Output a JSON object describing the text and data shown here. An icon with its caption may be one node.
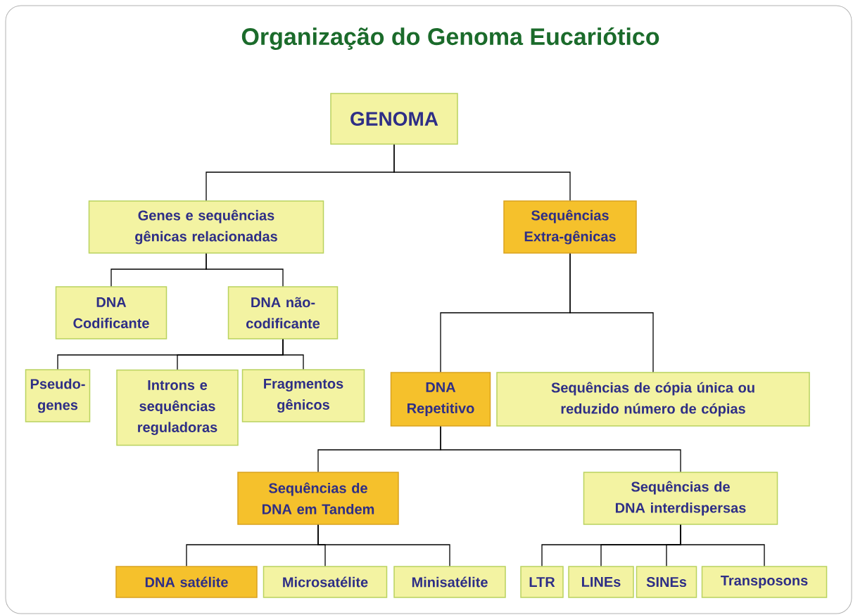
{
  "diagram": {
    "title": "Organização do Genoma Eucariótico",
    "nodes": [
      {
        "text": [
          "GENOMA"
        ]
      },
      {
        "text": [
          "Genes e sequências gênicas relacionadas"
        ]
      },
      {
        "text": [
          "Sequências Extra-gênicas"
        ]
      },
      {
        "text": [
          "DNA Codificante"
        ]
      },
      {
        "text": [
          "DNA não-codificante"
        ]
      },
      {
        "text": [
          "Pseudo-genes"
        ]
      },
      {
        "text": [
          "Introns e sequências reguladoras"
        ]
      },
      {
        "text": [
          "Fragmentos gênicos"
        ]
      },
      {
        "text": [
          "DNA Repetitivo"
        ]
      },
      {
        "text": [
          "Sequências de cópia única ou reduzido número de cópias"
        ]
      },
      {
        "text": [
          "Sequências de DNA em Tandem"
        ]
      },
      {
        "text": [
          "Sequências de DNA interdispersas"
        ]
      },
      {
        "text": [
          "DNA satélite"
        ]
      },
      {
        "text": [
          "Microsatélite"
        ]
      },
      {
        "text": [
          "Minisatélite"
        ]
      },
      {
        "text": [
          "LTR"
        ]
      },
      {
        "text": [
          "LINEs"
        ]
      },
      {
        "text": [
          "SINEs"
        ]
      },
      {
        "text": [
          "Transposons"
        ]
      }
    ],
    "edges": [
      {
        "from": 0,
        "to": 1,
        "arrow": "none"
      },
      {
        "from": 0,
        "to": 2,
        "arrow": "none"
      },
      {
        "from": 1,
        "to": 3,
        "arrow": "none"
      },
      {
        "from": 1,
        "to": 4,
        "arrow": "none"
      },
      {
        "from": 4,
        "to": 5,
        "arrow": "none"
      },
      {
        "from": 4,
        "to": 6,
        "arrow": "none"
      },
      {
        "from": 4,
        "to": 7,
        "arrow": "none"
      },
      {
        "from": 2,
        "to": 8,
        "arrow": "none"
      },
      {
        "from": 2,
        "to": 9,
        "arrow": "none"
      },
      {
        "from": 8,
        "to": 10,
        "arrow": "none"
      },
      {
        "from": 8,
        "to": 11,
        "arrow": "none"
      },
      {
        "from": 10,
        "to": 12,
        "arrow": "none"
      },
      {
        "from": 10,
        "to": 13,
        "arrow": "none"
      },
      {
        "from": 10,
        "to": 14,
        "arrow": "none"
      },
      {
        "from": 11,
        "to": 15,
        "arrow": "none"
      },
      {
        "from": 11,
        "to": 16,
        "arrow": "none"
      },
      {
        "from": 11,
        "to": 17,
        "arrow": "none"
      },
      {
        "from": 11,
        "to": 18,
        "arrow": "none"
      }
    ]
  }
}
